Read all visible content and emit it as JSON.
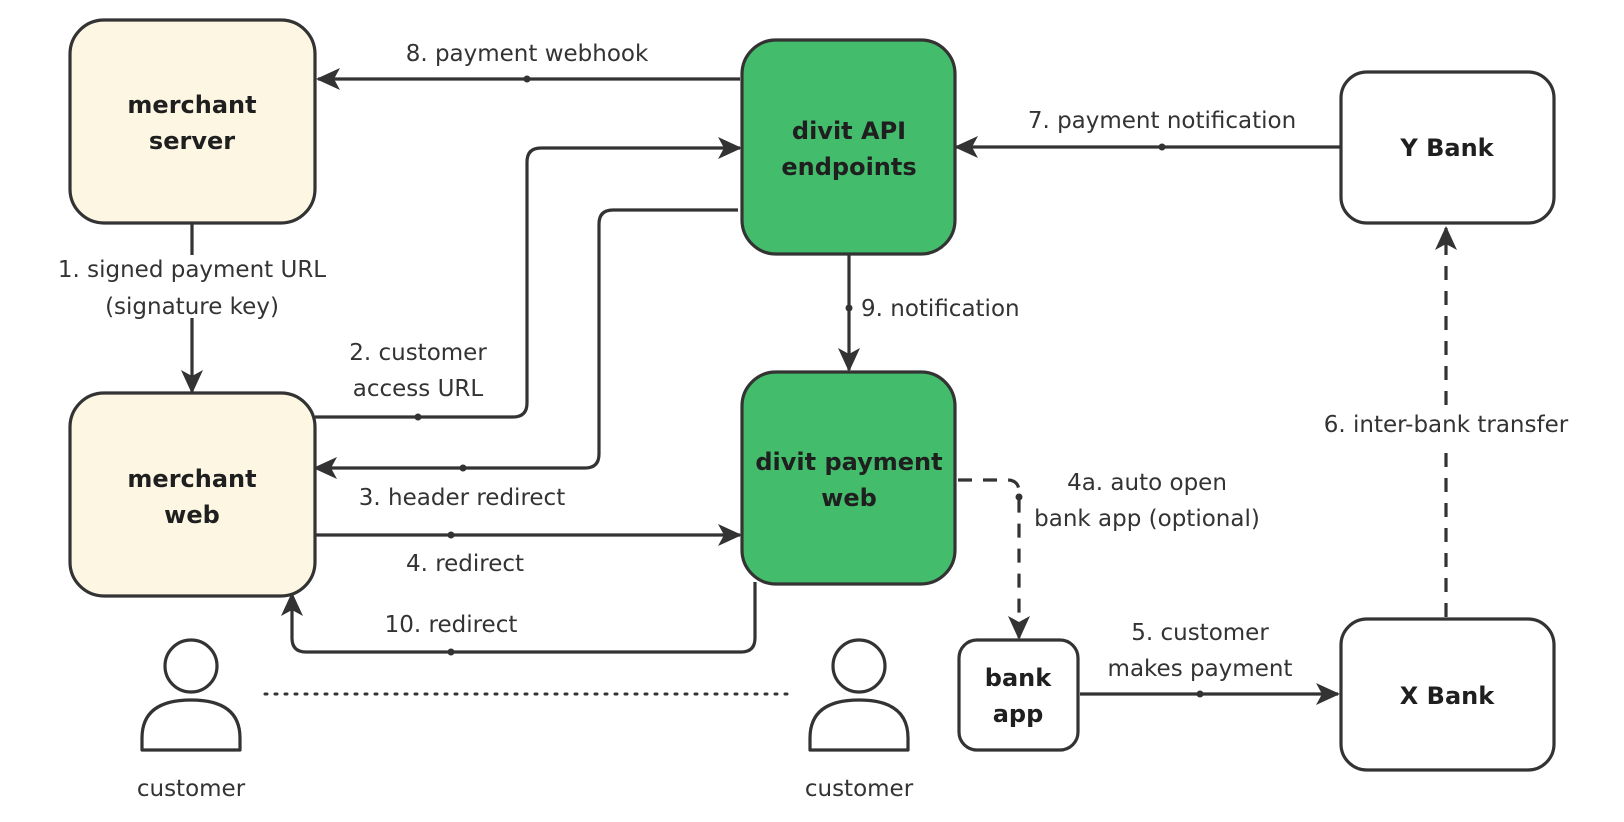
{
  "colors": {
    "merchant_fill": "#fcf6e3",
    "divit_fill": "#43bc6b",
    "bank_fill": "#ffffff",
    "stroke": "#333333"
  },
  "nodes": {
    "merchant_server": [
      "merchant",
      "server"
    ],
    "merchant_web": [
      "merchant",
      "web"
    ],
    "divit_api": [
      "divit API",
      "endpoints"
    ],
    "divit_payment_web": [
      "divit payment",
      "web"
    ],
    "y_bank": [
      "Y Bank"
    ],
    "x_bank": [
      "X Bank"
    ],
    "bank_app": [
      "bank",
      "app"
    ]
  },
  "edges": {
    "e1": [
      "1. signed payment URL",
      "(signature key)"
    ],
    "e2": [
      "2. customer",
      "access URL"
    ],
    "e3": [
      "3. header redirect"
    ],
    "e4": [
      "4. redirect"
    ],
    "e4a": [
      "4a. auto open",
      "bank app (optional)"
    ],
    "e5": [
      "5. customer",
      "makes payment"
    ],
    "e6": [
      "6. inter-bank transfer"
    ],
    "e7": [
      "7. payment notification"
    ],
    "e8": [
      "8. payment webhook"
    ],
    "e9": [
      "9. notification"
    ],
    "e10": [
      "10. redirect"
    ]
  },
  "customers": {
    "left": "customer",
    "right": "customer"
  }
}
